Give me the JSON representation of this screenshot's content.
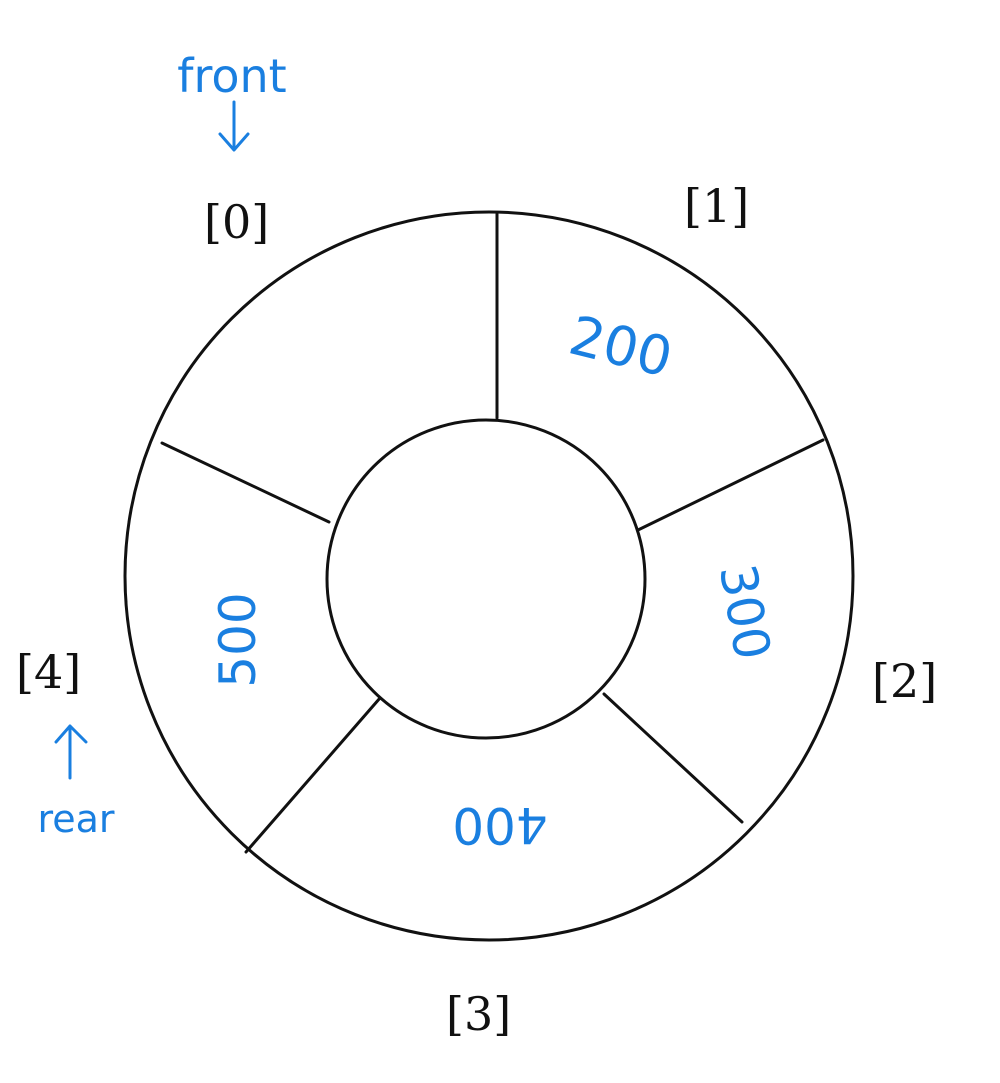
{
  "queue": {
    "slots": [
      {
        "index_label": "[0]",
        "value": ""
      },
      {
        "index_label": "[1]",
        "value": "200"
      },
      {
        "index_label": "[2]",
        "value": "300"
      },
      {
        "index_label": "[3]",
        "value": "400"
      },
      {
        "index_label": "[4]",
        "value": "500"
      }
    ],
    "front_label": "front",
    "rear_label": "rear"
  },
  "colors": {
    "ink": "#111111",
    "annotation": "#1a7fe0"
  }
}
